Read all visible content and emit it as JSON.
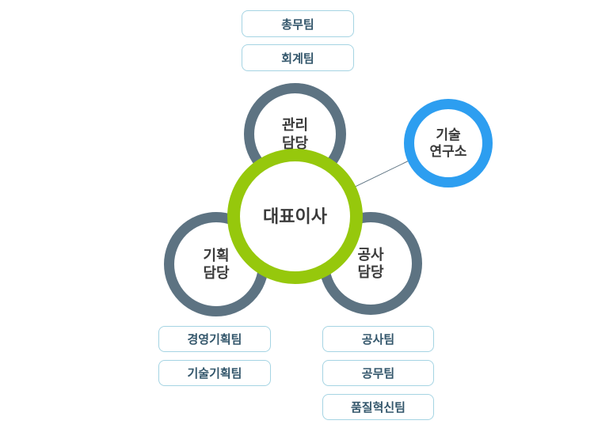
{
  "colors": {
    "green": "#96c80c",
    "blue": "#2d9ef0",
    "gray": "#5d7382",
    "box_border": "#a5d4e3",
    "box_text": "#33566b",
    "circle_text": "#3a3a3a",
    "line": "#5d7382",
    "background": "#ffffff"
  },
  "ceo": {
    "label": "대표이사"
  },
  "research_institute": {
    "label_line1": "기술",
    "label_line2": "연구소"
  },
  "divisions": [
    {
      "name": "management",
      "label_line1": "관리",
      "label_line2": "담당",
      "teams": [
        "총무팀",
        "회계팀"
      ]
    },
    {
      "name": "planning",
      "label_line1": "기획",
      "label_line2": "담당",
      "teams": [
        "경영기획팀",
        "기술기획팀"
      ]
    },
    {
      "name": "construction",
      "label_line1": "공사",
      "label_line2": "담당",
      "teams": [
        "공사팀",
        "공무팀",
        "품질혁신팀"
      ]
    }
  ]
}
